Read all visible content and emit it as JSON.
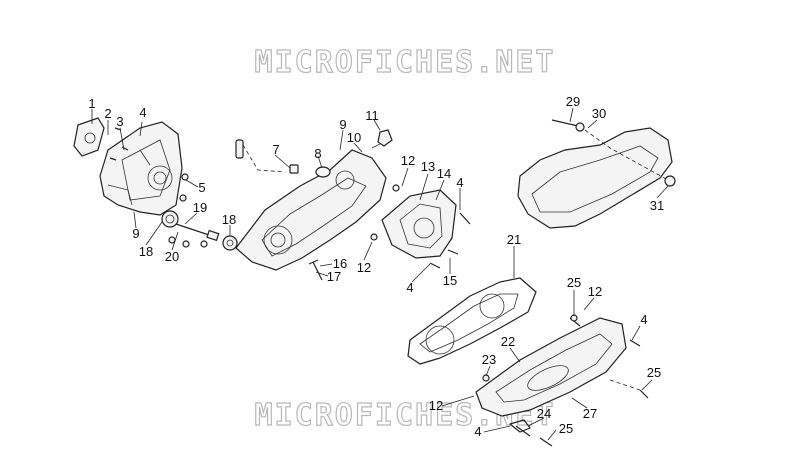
{
  "watermarks": [
    "MICROFICHES.NET",
    "MICROFICHES.NET"
  ],
  "callouts": [
    "1",
    "2",
    "3",
    "4",
    "5",
    "9",
    "18",
    "19",
    "20",
    "7",
    "8",
    "9",
    "10",
    "11",
    "18",
    "16",
    "17",
    "12",
    "13",
    "14",
    "4",
    "12",
    "4",
    "15",
    "29",
    "30",
    "31",
    "21",
    "25",
    "12",
    "4",
    "22",
    "23",
    "25",
    "12",
    "24",
    "27",
    "4",
    "25"
  ]
}
